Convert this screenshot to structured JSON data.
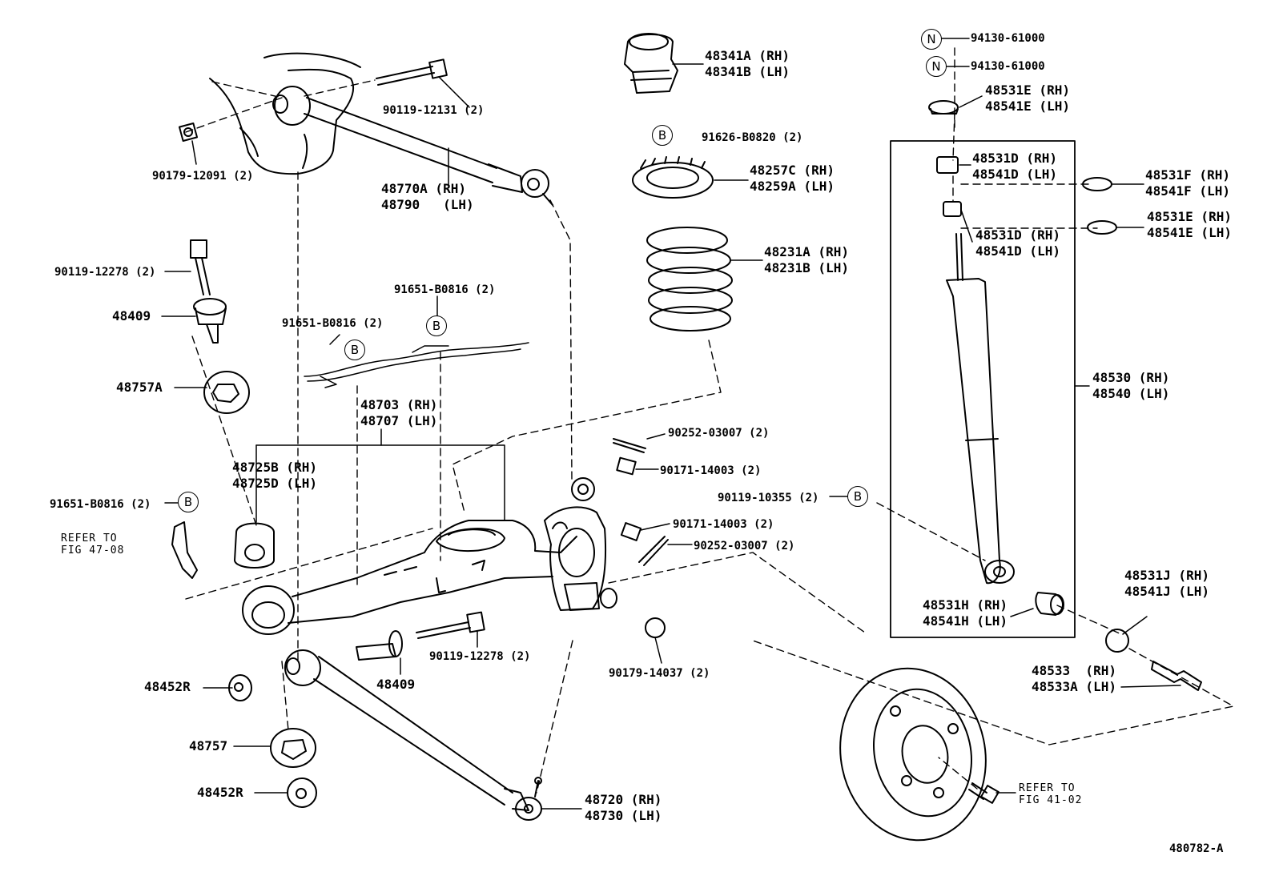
{
  "diagram_id": "480782-A",
  "badges": {
    "B": "B",
    "N": "N"
  },
  "labels": {
    "p94130_a": "94130-61000",
    "p94130_b": "94130-61000",
    "p48341_rh": "48341A (RH)",
    "p48341_lh": "48341B (LH)",
    "p91626": "91626-B0820 (2)",
    "p48257_rh": "48257C (RH)",
    "p48259_lh": "48259A (LH)",
    "p48231_rh": "48231A (RH)",
    "p48231_lh": "48231B (LH)",
    "p48531E_top_rh": "48531E (RH)",
    "p48541E_top_lh": "48541E (LH)",
    "p48531D_a_rh": "48531D (RH)",
    "p48541D_a_lh": "48541D (LH)",
    "p48531F_rh": "48531F (RH)",
    "p48541F_lh": "48541F (LH)",
    "p48531E_rh": "48531E (RH)",
    "p48541E_lh": "48541E (LH)",
    "p48531D_b_rh": "48531D (RH)",
    "p48541D_b_lh": "48541D (LH)",
    "p48530_rh": "48530 (RH)",
    "p48540_lh": "48540 (LH)",
    "p90119_12131": "90119-12131 (2)",
    "p90179_12091": "90179-12091 (2)",
    "p48770_rh": "48770A (RH)",
    "p48790_lh": "48790   (LH)",
    "p90119_12278_a": "90119-12278 (2)",
    "p48409_a": "48409",
    "p48757A": "48757A",
    "p91651_a": "91651-B0816 (2)",
    "p91651_b": "91651-B0816 (2)",
    "p48703_rh": "48703 (RH)",
    "p48707_lh": "48707 (LH)",
    "p48725B_rh": "48725B (RH)",
    "p48725D_lh": "48725D (LH)",
    "p91651_c": "91651-B0816 (2)",
    "refer_fig47_1": "REFER TO",
    "refer_fig47_2": "FIG 47-08",
    "p90252_a": "90252-03007 (2)",
    "p90171_a": "90171-14003 (2)",
    "p90119_10355": "90119-10355 (2)",
    "p90171_b": "90171-14003 (2)",
    "p90252_b": "90252-03007 (2)",
    "p48531H_rh": "48531H (RH)",
    "p48541H_lh": "48541H (LH)",
    "p48531J_rh": "48531J (RH)",
    "p48541J_lh": "48541J (LH)",
    "p48533_rh": "48533  (RH)",
    "p48533A_lh": "48533A (LH)",
    "p90119_12278_b": "90119-12278 (2)",
    "p48409_b": "48409",
    "p90179_14037": "90179-14037 (2)",
    "p48452R_a": "48452R",
    "p48757": "48757",
    "p48452R_b": "48452R",
    "p48720_rh": "48720 (RH)",
    "p48730_lh": "48730 (LH)",
    "refer_fig41_1": "REFER TO",
    "refer_fig41_2": "FIG 41-02"
  }
}
